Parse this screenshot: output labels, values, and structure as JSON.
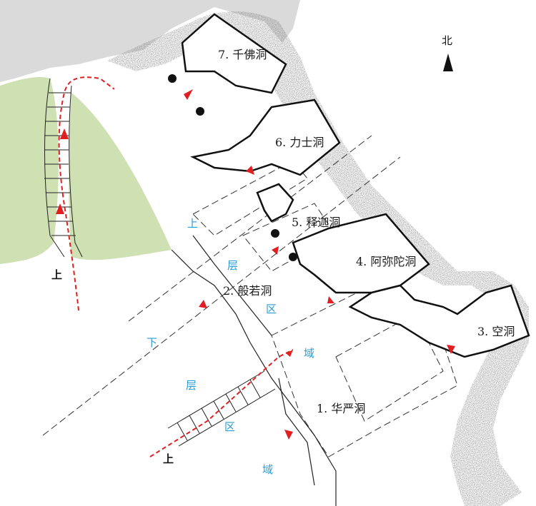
{
  "north": {
    "label": "北"
  },
  "caves": [
    {
      "id": "cave-1",
      "label": "1. 华严洞"
    },
    {
      "id": "cave-2",
      "label": "2. 般若洞"
    },
    {
      "id": "cave-3",
      "label": "3. 空洞"
    },
    {
      "id": "cave-4",
      "label": "4. 阿弥陀洞"
    },
    {
      "id": "cave-5",
      "label": "5. 释迦洞"
    },
    {
      "id": "cave-6",
      "label": "6. 力士洞"
    },
    {
      "id": "cave-7",
      "label": "7. 千佛洞"
    }
  ],
  "zones": {
    "upper": [
      "上",
      "层",
      "区",
      "域"
    ],
    "lower": [
      "下",
      "层",
      "区",
      "域"
    ]
  },
  "stairs": {
    "up_label": "上"
  },
  "colors": {
    "ground": "#d8d8d8",
    "vegetation": "#cfe0b2",
    "zone_text": "#2b9bd4",
    "route": "#e02020",
    "cave_outline": "#111111"
  }
}
